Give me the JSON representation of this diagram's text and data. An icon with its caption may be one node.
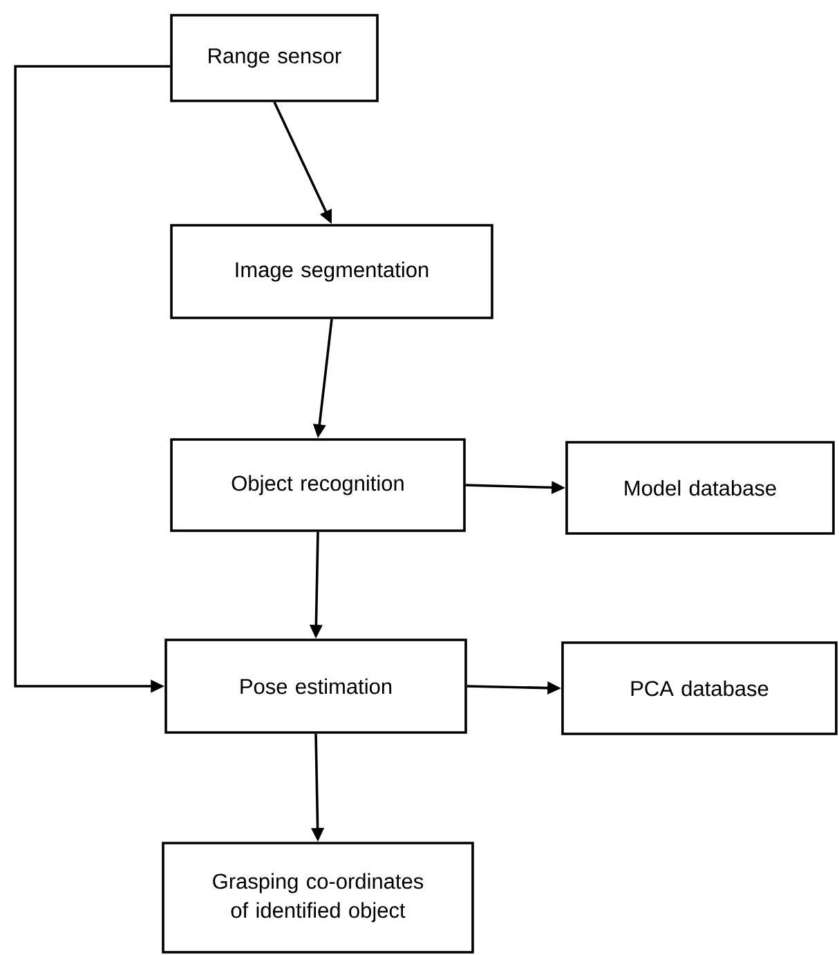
{
  "diagram": {
    "nodes": [
      {
        "text": [
          "Range sensor"
        ]
      },
      {
        "text": [
          "Image segmentation"
        ]
      },
      {
        "text": [
          "Object recognition"
        ]
      },
      {
        "text": [
          "Model database"
        ]
      },
      {
        "text": [
          "Pose estimation"
        ]
      },
      {
        "text": [
          "PCA database"
        ]
      },
      {
        "text": [
          "Grasping co-ordinates of identified object"
        ]
      }
    ],
    "edges": [
      {
        "from": 0,
        "to": 1,
        "arrow": "to"
      },
      {
        "from": 1,
        "to": 2,
        "arrow": "to"
      },
      {
        "from": 2,
        "to": 3,
        "arrow": "to"
      },
      {
        "from": 2,
        "to": 4,
        "arrow": "to"
      },
      {
        "from": 0,
        "to": 4,
        "arrow": "to"
      },
      {
        "from": 4,
        "to": 5,
        "arrow": "to"
      },
      {
        "from": 4,
        "to": 6,
        "arrow": "to"
      }
    ]
  }
}
